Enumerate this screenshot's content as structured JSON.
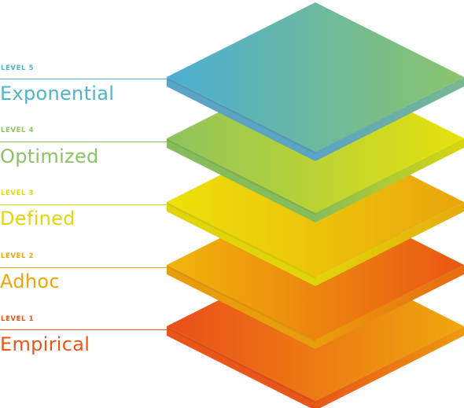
{
  "levels": [
    {
      "number_label": "LEVEL 5",
      "name": "Exponential",
      "color": "#4fb3c9",
      "top_left": "#4aaed4",
      "top_right": "#8cc46a",
      "side": "#5aa4c4",
      "side2": "#7ab890"
    },
    {
      "number_label": "LEVEL 4",
      "name": "Optimized",
      "color": "#8cc264",
      "top_left": "#8ec35e",
      "top_right": "#e7e20a",
      "side": "#86bd5a",
      "side2": "#d8d60e"
    },
    {
      "number_label": "LEVEL 3",
      "name": "Defined",
      "color": "#e0d70a",
      "top_left": "#ece209",
      "top_right": "#eaa40c",
      "side": "#e2d40a",
      "side2": "#e6ac0c"
    },
    {
      "number_label": "LEVEL 2",
      "name": "Adhoc",
      "color": "#eaa60b",
      "top_left": "#f0b60a",
      "top_right": "#e95614",
      "side": "#ea9d0c",
      "side2": "#e86a12"
    },
    {
      "number_label": "LEVEL 1",
      "name": "Empirical",
      "color": "#e75618",
      "top_left": "#ea4e1a",
      "top_right": "#eea80c",
      "side": "#e8561a",
      "side2": "#ec9a0e"
    }
  ]
}
